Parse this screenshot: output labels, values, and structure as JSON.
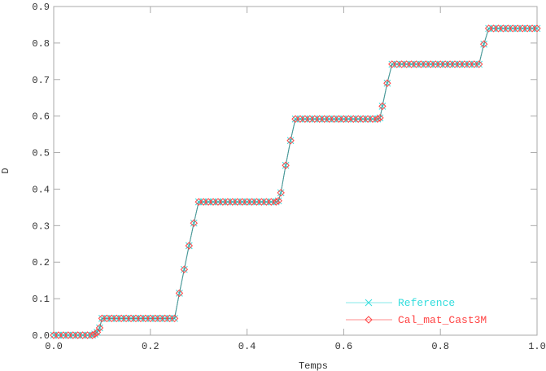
{
  "chart_data": {
    "type": "line",
    "title": "",
    "xlabel": "Temps",
    "ylabel": "D",
    "xlim": [
      0,
      1
    ],
    "ylim": [
      0,
      0.9
    ],
    "grid": false,
    "legend_position": "bottom-right",
    "xticks": [
      "0.0",
      "0.2",
      "0.4",
      "0.6",
      "0.8",
      "1.0"
    ],
    "yticks": [
      "0.0",
      "0.1",
      "0.2",
      "0.3",
      "0.4",
      "0.5",
      "0.6",
      "0.7",
      "0.8",
      "0.9"
    ],
    "x": [
      0,
      0.01,
      0.02,
      0.03,
      0.04,
      0.05,
      0.06,
      0.07,
      0.08,
      0.085,
      0.09,
      0.095,
      0.1,
      0.11,
      0.12,
      0.13,
      0.14,
      0.15,
      0.16,
      0.17,
      0.18,
      0.19,
      0.2,
      0.21,
      0.22,
      0.23,
      0.24,
      0.25,
      0.26,
      0.27,
      0.28,
      0.29,
      0.3,
      0.31,
      0.32,
      0.33,
      0.34,
      0.35,
      0.36,
      0.37,
      0.38,
      0.39,
      0.4,
      0.41,
      0.42,
      0.43,
      0.44,
      0.45,
      0.46,
      0.465,
      0.47,
      0.48,
      0.49,
      0.5,
      0.51,
      0.52,
      0.53,
      0.54,
      0.55,
      0.56,
      0.57,
      0.58,
      0.59,
      0.6,
      0.61,
      0.62,
      0.63,
      0.64,
      0.65,
      0.66,
      0.67,
      0.675,
      0.68,
      0.69,
      0.7,
      0.71,
      0.72,
      0.73,
      0.74,
      0.75,
      0.76,
      0.77,
      0.78,
      0.79,
      0.8,
      0.81,
      0.82,
      0.83,
      0.84,
      0.85,
      0.86,
      0.87,
      0.88,
      0.89,
      0.9,
      0.91,
      0.92,
      0.93,
      0.94,
      0.95,
      0.96,
      0.97,
      0.98,
      0.99,
      1.0
    ],
    "series": [
      {
        "name": "Reference",
        "color": "#33dddd",
        "marker": "x",
        "y": [
          0,
          0,
          0,
          0,
          0,
          0,
          0,
          0,
          0,
          0.003,
          0.008,
          0.02,
          0.046,
          0.046,
          0.046,
          0.046,
          0.046,
          0.046,
          0.046,
          0.046,
          0.046,
          0.046,
          0.046,
          0.046,
          0.046,
          0.046,
          0.046,
          0.046,
          0.115,
          0.18,
          0.245,
          0.307,
          0.365,
          0.365,
          0.365,
          0.365,
          0.365,
          0.365,
          0.365,
          0.365,
          0.365,
          0.365,
          0.365,
          0.365,
          0.365,
          0.365,
          0.365,
          0.365,
          0.365,
          0.368,
          0.39,
          0.465,
          0.533,
          0.592,
          0.592,
          0.592,
          0.592,
          0.592,
          0.592,
          0.592,
          0.592,
          0.592,
          0.592,
          0.592,
          0.592,
          0.592,
          0.592,
          0.592,
          0.592,
          0.592,
          0.592,
          0.595,
          0.627,
          0.69,
          0.742,
          0.742,
          0.742,
          0.742,
          0.742,
          0.742,
          0.742,
          0.742,
          0.742,
          0.742,
          0.742,
          0.742,
          0.742,
          0.742,
          0.742,
          0.742,
          0.742,
          0.742,
          0.742,
          0.797,
          0.84,
          0.84,
          0.84,
          0.84,
          0.84,
          0.84,
          0.84,
          0.84,
          0.84,
          0.84,
          0.84
        ]
      },
      {
        "name": "Cal_mat_Cast3M",
        "color": "#ff4444",
        "marker": "diamond",
        "y": [
          0,
          0,
          0,
          0,
          0,
          0,
          0,
          0,
          0,
          0.003,
          0.008,
          0.02,
          0.046,
          0.046,
          0.046,
          0.046,
          0.046,
          0.046,
          0.046,
          0.046,
          0.046,
          0.046,
          0.046,
          0.046,
          0.046,
          0.046,
          0.046,
          0.046,
          0.115,
          0.18,
          0.245,
          0.307,
          0.365,
          0.365,
          0.365,
          0.365,
          0.365,
          0.365,
          0.365,
          0.365,
          0.365,
          0.365,
          0.365,
          0.365,
          0.365,
          0.365,
          0.365,
          0.365,
          0.365,
          0.368,
          0.39,
          0.465,
          0.533,
          0.592,
          0.592,
          0.592,
          0.592,
          0.592,
          0.592,
          0.592,
          0.592,
          0.592,
          0.592,
          0.592,
          0.592,
          0.592,
          0.592,
          0.592,
          0.592,
          0.592,
          0.592,
          0.595,
          0.627,
          0.69,
          0.742,
          0.742,
          0.742,
          0.742,
          0.742,
          0.742,
          0.742,
          0.742,
          0.742,
          0.742,
          0.742,
          0.742,
          0.742,
          0.742,
          0.742,
          0.742,
          0.742,
          0.742,
          0.742,
          0.797,
          0.84,
          0.84,
          0.84,
          0.84,
          0.84,
          0.84,
          0.84,
          0.84,
          0.84,
          0.84,
          0.84
        ]
      }
    ],
    "line_color": "#4a9999",
    "axis_color": "#aaaaaa"
  }
}
